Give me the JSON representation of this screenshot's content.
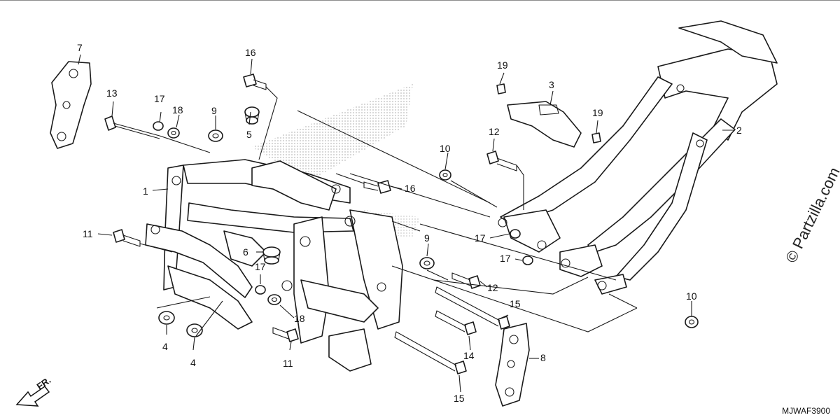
{
  "callouts": [
    {
      "id": "c1",
      "label": "1"
    },
    {
      "id": "c2",
      "label": "2"
    },
    {
      "id": "c3",
      "label": "3"
    },
    {
      "id": "c4a",
      "label": "4"
    },
    {
      "id": "c4b",
      "label": "4"
    },
    {
      "id": "c5",
      "label": "5"
    },
    {
      "id": "c6",
      "label": "6"
    },
    {
      "id": "c7",
      "label": "7"
    },
    {
      "id": "c8",
      "label": "8"
    },
    {
      "id": "c9a",
      "label": "9"
    },
    {
      "id": "c9b",
      "label": "9"
    },
    {
      "id": "c10a",
      "label": "10"
    },
    {
      "id": "c10b",
      "label": "10"
    },
    {
      "id": "c11a",
      "label": "11"
    },
    {
      "id": "c11b",
      "label": "11"
    },
    {
      "id": "c12a",
      "label": "12"
    },
    {
      "id": "c12b",
      "label": "12"
    },
    {
      "id": "c13",
      "label": "13"
    },
    {
      "id": "c14",
      "label": "14"
    },
    {
      "id": "c15a",
      "label": "15"
    },
    {
      "id": "c15b",
      "label": "15"
    },
    {
      "id": "c16a",
      "label": "16"
    },
    {
      "id": "c16b",
      "label": "16"
    },
    {
      "id": "c17a",
      "label": "17"
    },
    {
      "id": "c17b",
      "label": "17"
    },
    {
      "id": "c17c",
      "label": "17"
    },
    {
      "id": "c17d",
      "label": "17"
    },
    {
      "id": "c18a",
      "label": "18"
    },
    {
      "id": "c18b",
      "label": "18"
    },
    {
      "id": "c19a",
      "label": "19"
    },
    {
      "id": "c19b",
      "label": "19"
    }
  ],
  "watermark": "© Partzilla.com",
  "diagram_code": "MJWAF3900",
  "direction_label": "FR."
}
